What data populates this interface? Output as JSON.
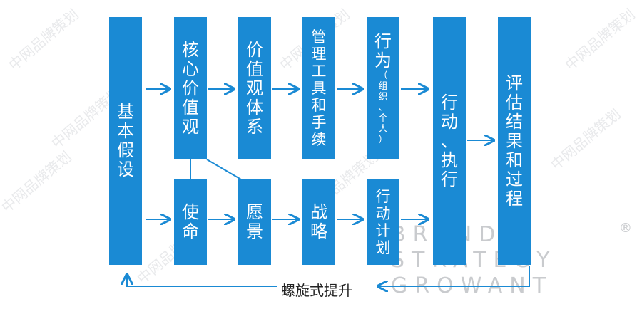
{
  "boxes": {
    "assumption": "基\n本\n假\n设",
    "core_values": "核\n心\n价\n值\n观",
    "value_system": "价\n值\n观\n体\n系",
    "management": "管\n理\n工\n具\n和\n手\n续",
    "behavior_main": "行\n为",
    "behavior_paren": "（\n组\n织\n、\n个\n人\n）",
    "execution": "行\n动\n、\n执\n行",
    "evaluation": "评\n估\n结\n果\n和\n过\n程",
    "mission": "使\n命",
    "vision": "愿\n景",
    "strategy": "战\n略",
    "action_plan": "行\n动\n计\n划"
  },
  "spiral_label": "螺旋式提升",
  "watermark": {
    "cn": "中网品牌策划",
    "en": "BRAND STRATEGY GROWANT",
    "brand_lines": [
      "BRAND",
      "STRATEGY",
      "GROWANT"
    ],
    "registered": "®"
  },
  "colors": {
    "box": "#1a8ad4",
    "arrow": "#1a8ad4"
  }
}
